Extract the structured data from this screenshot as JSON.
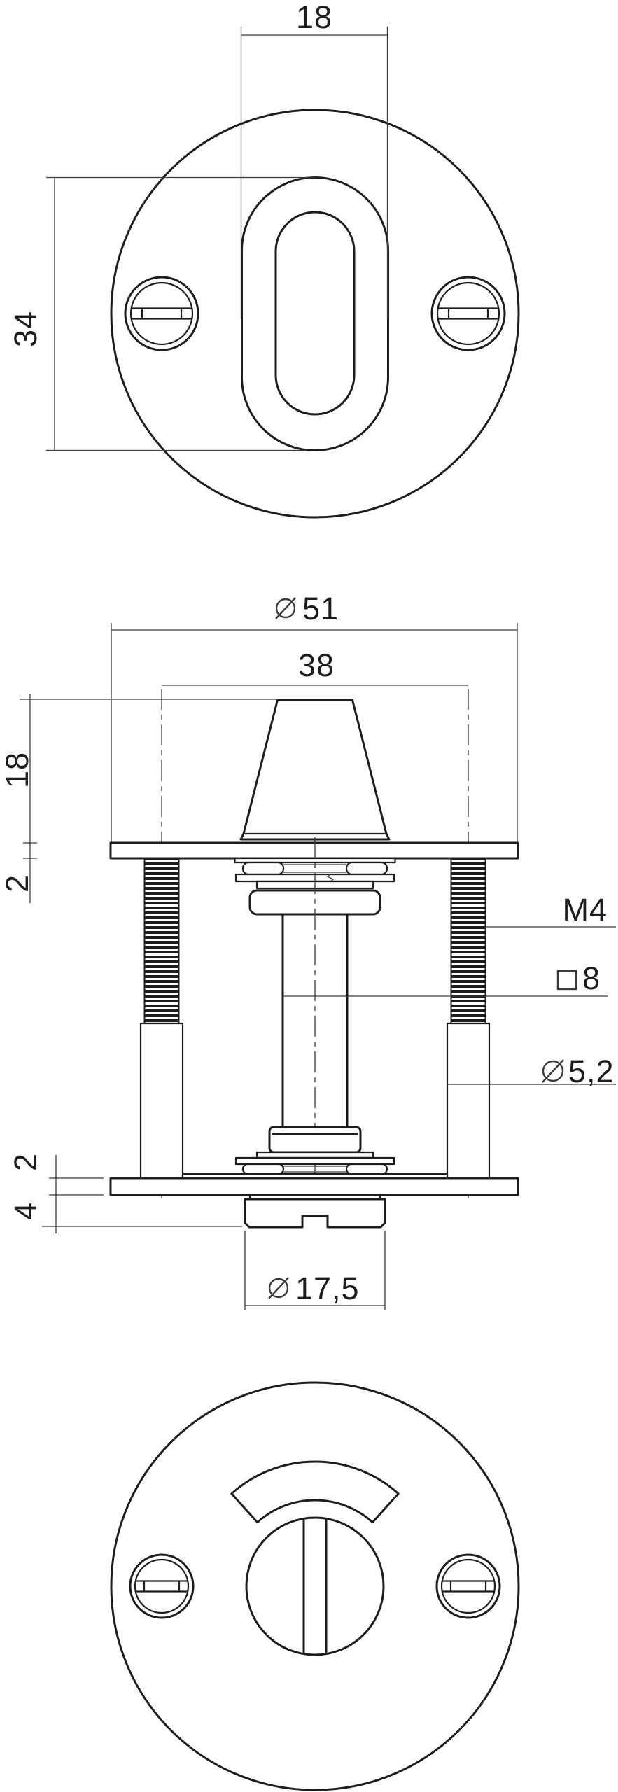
{
  "drawing": {
    "type": "technical-drawing",
    "subject": "wc-turn-rosette",
    "background": "#ffffff",
    "line_color": "#1d1d1b",
    "views": {
      "top": "front face with oval turn knob slot and two fixing screws",
      "section": "side section with cone knob, rosette plates, M4 bolts, square spindle, bottom bush",
      "bottom": "rear face with coin-slot release, indicator arc window and two fixing screws"
    }
  },
  "dimensions": {
    "slot_width": "18",
    "slot_height": "34",
    "rosette_diameter": "51",
    "screw_spacing": "38",
    "knob_height": "18",
    "upper_plate_thickness": "2",
    "thread_size": "M4",
    "spindle_square": "8",
    "screw_shank_diameter": "5,2",
    "lower_plate_thickness": "2",
    "bush_height": "4",
    "bush_diameter": "17,5"
  }
}
